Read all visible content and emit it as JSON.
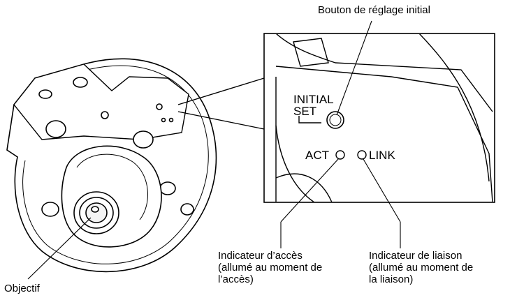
{
  "callouts": {
    "initial_button": "Bouton de réglage initial",
    "access_indicator": [
      "Indicateur d’accès",
      "(allumé au moment de",
      "l’accès)"
    ],
    "link_indicator": [
      "Indicateur de liaison",
      "(allumé au moment de",
      "la liaison)"
    ],
    "lens": "Objectif"
  },
  "panel_text": {
    "initial": "INITIAL",
    "set": "SET",
    "act": "ACT",
    "link": "LINK"
  }
}
